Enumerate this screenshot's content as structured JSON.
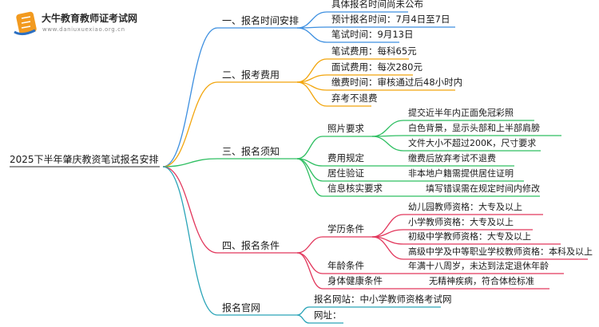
{
  "brand": {
    "title": "大牛教育教师证考试网",
    "subtitle": "www.daniuxuexiao.org.cn"
  },
  "root": {
    "text": "2025下半年肇庆教资笔试报名安排"
  },
  "branches": [
    {
      "title": "一、报名时间安排",
      "color": "#3d8fe0",
      "items": [
        {
          "text": "具体报名时间尚未公布"
        },
        {
          "text": "预计报名时间：7月4日至7日"
        },
        {
          "text": "笔试时间：9月13日"
        }
      ]
    },
    {
      "title": "二、报考费用",
      "color": "#f2a50c",
      "items": [
        {
          "text": "笔试费用：每科65元"
        },
        {
          "text": "面试费用：每次280元"
        },
        {
          "text": "缴费时间：审核通过后48小时内"
        },
        {
          "text": "弃考不退费"
        }
      ]
    },
    {
      "title": "三、报名须知",
      "color": "#2fbf62",
      "items": [
        {
          "text": "照片要求",
          "children": [
            {
              "text": "提交近半年内正面免冠彩照"
            },
            {
              "text": "白色背景，显示头部和上半部肩膀"
            },
            {
              "text": "文件大小不超过200K，尺寸要求"
            }
          ]
        },
        {
          "text": "费用规定",
          "children": [
            {
              "text": "缴费后放弃考试不退费"
            }
          ]
        },
        {
          "text": "居住验证",
          "children": [
            {
              "text": "非本地户籍需提供居住证明"
            }
          ]
        },
        {
          "text": "信息核实要求",
          "children": [
            {
              "text": "填写错误需在规定时间内修改"
            }
          ]
        }
      ]
    },
    {
      "title": "四、报名条件",
      "color": "#e2375c",
      "items": [
        {
          "text": "学历条件",
          "children": [
            {
              "text": "幼儿园教师资格：大专及以上"
            },
            {
              "text": "小学教师资格：大专及以上"
            },
            {
              "text": "初级中学教师资格：大专及以上"
            },
            {
              "text": "高级中学及中等职业学校教师资格：本科及以上"
            }
          ]
        },
        {
          "text": "年龄条件",
          "children": [
            {
              "text": "年满十八周岁，未达到法定退休年龄"
            }
          ]
        },
        {
          "text": "身体健康条件",
          "children": [
            {
              "text": "无精神疾病，符合体检标准"
            }
          ]
        }
      ]
    },
    {
      "title": "报名官网",
      "color": "#2aa4b8",
      "items": [
        {
          "text": "报名网站：中小学教师资格考试网"
        },
        {
          "text": "网址："
        }
      ]
    }
  ],
  "colors": {
    "text": "#1a1a1a",
    "logo_orange": "#f29a1f",
    "logo_blue": "#2b6fc2"
  }
}
